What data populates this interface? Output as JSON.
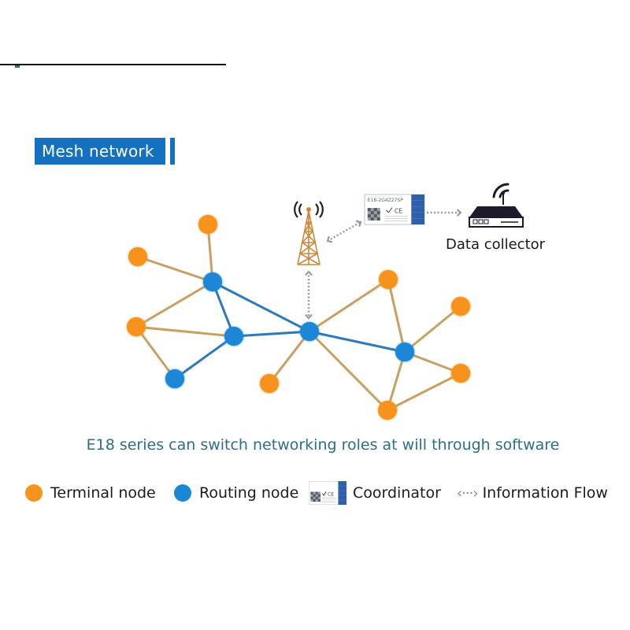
{
  "header": {
    "title": "Mesh network"
  },
  "colors": {
    "terminal_node": "#f7931e",
    "routing_node": "#1a87d6",
    "terminal_link": "#c9a063",
    "routing_link": "#2c7ab8",
    "info_flow": "#9a9aa6",
    "title_bg": "#1371c0",
    "caption": "#2e6f86",
    "tower": "#c9883a"
  },
  "diagram": {
    "tower": {
      "icon": "cell-tower-icon"
    },
    "coordinator": {
      "icon": "coordinator-module-icon",
      "module_text": "E18-2G4Z27SP"
    },
    "data_collector": {
      "icon": "router-icon",
      "label": "Data collector"
    },
    "nodes": [
      {
        "id": "t1",
        "type": "terminal"
      },
      {
        "id": "t2",
        "type": "terminal"
      },
      {
        "id": "t3",
        "type": "terminal"
      },
      {
        "id": "r1",
        "type": "routing"
      },
      {
        "id": "r2",
        "type": "routing"
      },
      {
        "id": "r3",
        "type": "routing"
      },
      {
        "id": "t4",
        "type": "terminal"
      },
      {
        "id": "r4",
        "type": "routing"
      },
      {
        "id": "t5",
        "type": "terminal"
      },
      {
        "id": "t6",
        "type": "terminal"
      },
      {
        "id": "r5",
        "type": "routing"
      },
      {
        "id": "t7",
        "type": "terminal"
      },
      {
        "id": "t8",
        "type": "terminal"
      }
    ],
    "links": [
      {
        "from": "t1",
        "to": "r1",
        "type": "terminal"
      },
      {
        "from": "t2",
        "to": "r1",
        "type": "terminal"
      },
      {
        "from": "t3",
        "to": "r1",
        "type": "terminal"
      },
      {
        "from": "t3",
        "to": "r2",
        "type": "terminal"
      },
      {
        "from": "t3",
        "to": "r3",
        "type": "terminal"
      },
      {
        "from": "r1",
        "to": "r2",
        "type": "routing"
      },
      {
        "from": "r1",
        "to": "r4",
        "type": "routing"
      },
      {
        "from": "r2",
        "to": "r3",
        "type": "routing"
      },
      {
        "from": "r2",
        "to": "r4",
        "type": "routing"
      },
      {
        "from": "r4",
        "to": "t4",
        "type": "terminal"
      },
      {
        "from": "r4",
        "to": "t5",
        "type": "terminal"
      },
      {
        "from": "r4",
        "to": "t7",
        "type": "terminal"
      },
      {
        "from": "r4",
        "to": "r5",
        "type": "routing"
      },
      {
        "from": "t5",
        "to": "r5",
        "type": "terminal"
      },
      {
        "from": "t6",
        "to": "r5",
        "type": "terminal"
      },
      {
        "from": "t8",
        "to": "r5",
        "type": "terminal"
      },
      {
        "from": "t7",
        "to": "r5",
        "type": "terminal"
      },
      {
        "from": "t7",
        "to": "t8",
        "type": "terminal"
      }
    ],
    "info_flows": [
      {
        "from": "tower",
        "to": "r4"
      },
      {
        "from": "tower",
        "to": "coordinator"
      },
      {
        "from": "coordinator",
        "to": "data_collector"
      }
    ]
  },
  "caption": "E18 series can switch networking roles at will through software",
  "legend": [
    {
      "label": "Terminal node",
      "icon": "terminal-node-dot"
    },
    {
      "label": "Routing node",
      "icon": "routing-node-dot"
    },
    {
      "label": "Coordinator",
      "icon": "coordinator-module-icon"
    },
    {
      "label": "Information Flow",
      "icon": "double-arrow-dotted-icon",
      "glyph": "‹···›"
    }
  ]
}
